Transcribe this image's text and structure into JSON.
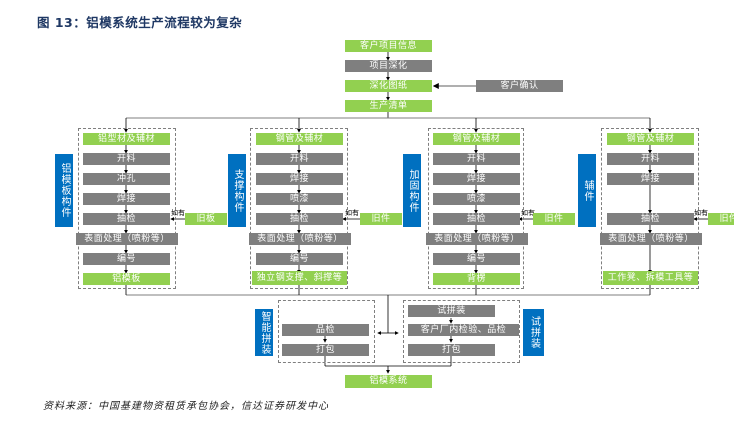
{
  "title": "图 13：铝模系统生产流程较为复杂",
  "colors": {
    "green": "#92d050",
    "gray": "#7f7f7f",
    "blue": "#0070c0",
    "title": "#1f3864"
  },
  "top_chain": {
    "customer_info": "客户项目信息",
    "deepening": "项目深化",
    "deepened_drawing": "深化图纸",
    "customer_confirm": "客户确认",
    "production_list": "生产清单"
  },
  "columns": [
    {
      "side_label": "铝模板构件",
      "material": "铝型材及辅材",
      "steps": [
        "开料",
        "冲孔",
        "焊接"
      ],
      "inspection": "抽检",
      "surface": "表面处理（喷粉等）",
      "numbering": "编号",
      "product": "铝模板",
      "if_any": "如有",
      "old": "旧板"
    },
    {
      "side_label": "支撑构件",
      "material": "钢管及辅材",
      "steps": [
        "开料",
        "焊接",
        "喷漆"
      ],
      "inspection": "抽检",
      "surface": "表面处理（喷粉等）",
      "numbering": "编号",
      "product": "独立钢支撑、斜撑等",
      "if_any": "如有",
      "old": "旧件"
    },
    {
      "side_label": "加固构件",
      "material": "钢管及辅材",
      "steps": [
        "开料",
        "焊接",
        "喷漆"
      ],
      "inspection": "抽检",
      "surface": "表面处理（喷粉等）",
      "numbering": "编号",
      "product": "背楞",
      "if_any": "如有",
      "old": "旧件"
    },
    {
      "side_label": "辅件",
      "material": "钢管及辅材",
      "steps": [
        "开料",
        "焊接"
      ],
      "inspection": "抽检",
      "surface": "表面处理（喷粉等）",
      "product": "工作凳、拆模工具等",
      "if_any": "如有",
      "old": "旧件"
    }
  ],
  "assembly": {
    "smart": {
      "side_label": "智能拼装",
      "steps": [
        "品检",
        "打包"
      ]
    },
    "trial": {
      "side_label": "试拼装",
      "steps": [
        "试拼装",
        "客户厂内检验、品检",
        "打包"
      ]
    },
    "final": "铝模系统"
  },
  "source": "资料来源：中国基建物资租赁承包协会，信达证券研发中心"
}
